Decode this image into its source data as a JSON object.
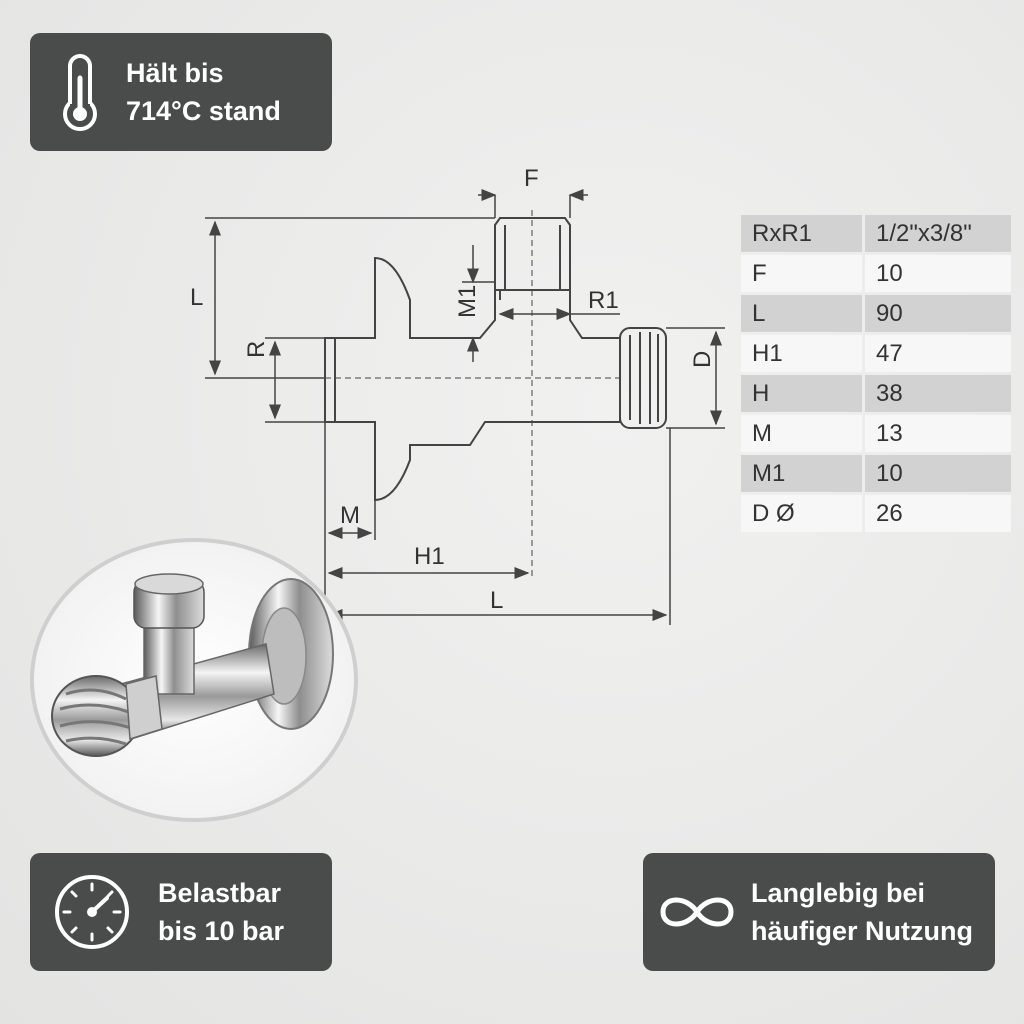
{
  "badges": {
    "temperature": {
      "icon": "thermometer-icon",
      "line1": "Hält bis",
      "line2": "714°C stand"
    },
    "pressure": {
      "icon": "pressure-gauge-icon",
      "line1": "Belastbar",
      "line2": "bis 10 bar"
    },
    "durability": {
      "icon": "infinity-icon",
      "line1": "Langlebig bei",
      "line2": "häufiger Nutzung"
    }
  },
  "diagram": {
    "labels": {
      "F": "F",
      "L_left": "L",
      "R": "R",
      "M1": "M1",
      "R1": "R1",
      "D": "D",
      "M": "M",
      "H1": "H1",
      "L_bottom": "L"
    }
  },
  "spec_table": {
    "rows": [
      {
        "key": "RxR1",
        "value": "1/2\"x3/8\""
      },
      {
        "key": "F",
        "value": "10"
      },
      {
        "key": "L",
        "value": "90"
      },
      {
        "key": "H1",
        "value": "47"
      },
      {
        "key": "H",
        "value": "38"
      },
      {
        "key": "M",
        "value": "13"
      },
      {
        "key": "M1",
        "value": "10"
      },
      {
        "key": "D  Ø",
        "value": "26"
      }
    ]
  },
  "colors": {
    "badge_bg": "#4a4b4b",
    "row_dark": "#d2d2d2",
    "row_light": "#f7f7f7",
    "line": "#444444"
  }
}
